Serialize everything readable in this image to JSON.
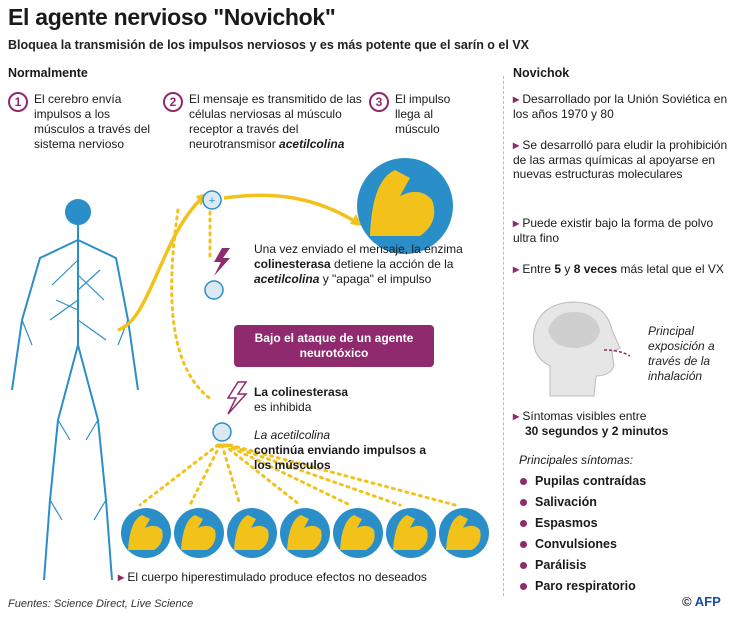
{
  "title": "El agente nervioso \"Novichok\"",
  "subtitle": "Bloquea la transmisión de los impulsos nerviosos y es más potente que el sarín o el VX",
  "left": {
    "heading": "Normalmente",
    "steps": [
      {
        "num": "1",
        "text": "El cerebro envía impulsos a los músculos a través del sistema nervioso"
      },
      {
        "num": "2",
        "text": "El mensaje es transmitido de las células nerviosas al músculo receptor a través del neurotransmisor",
        "italic": "acetilcolina"
      },
      {
        "num": "3",
        "text": "El impulso llega al músculo"
      }
    ],
    "enzyme": {
      "a": "Una vez enviado el mensaje, la enzima ",
      "b": "colinesterasa",
      "c": " detiene la acción de la ",
      "d": "acetilcolina",
      "e": " y \"apaga\" el impulso"
    },
    "attack_box": "Bajo el ataque de un agente neurotóxico",
    "inhibited": {
      "bold": "La colinesterasa",
      "rest": "es inhibida"
    },
    "continues": {
      "italic": "La acetilcolina",
      "bold": "continúa enviando impulsos a los músculos"
    },
    "overstim": "El cuerpo hiperestimulado produce efectos no deseados"
  },
  "right": {
    "heading": "Novichok",
    "items": [
      "Desarrollado por la Unión Soviética en los años 1970 y 80",
      "Se desarrolló para eludir la prohibición de las armas químicas al apoyarse en nuevas estructuras moleculares",
      "Puede existir bajo la forma de polvo ultra fino"
    ],
    "lethal": {
      "a": "Entre ",
      "b": "5",
      "c": " y ",
      "d": "8 veces",
      "e": " más letal que el VX"
    },
    "exposure": "Principal exposición a través de la inhalación",
    "symptoms_time": {
      "a": "Síntomas visibles entre",
      "b": "30 segundos y 2 minutos"
    },
    "symptoms_heading": "Principales síntomas:",
    "symptoms": [
      "Pupilas contraídas",
      "Salivación",
      "Espasmos",
      "Convulsiones",
      "Parálisis",
      "Paro respiratorio"
    ]
  },
  "footer": "Fuentes: Science Direct, Live Science",
  "credit": {
    "c": "©",
    "afp": "AFP"
  },
  "colors": {
    "accent": "#8e2a6d",
    "blue": "#2a8fc9",
    "yellow": "#f2c21b"
  }
}
